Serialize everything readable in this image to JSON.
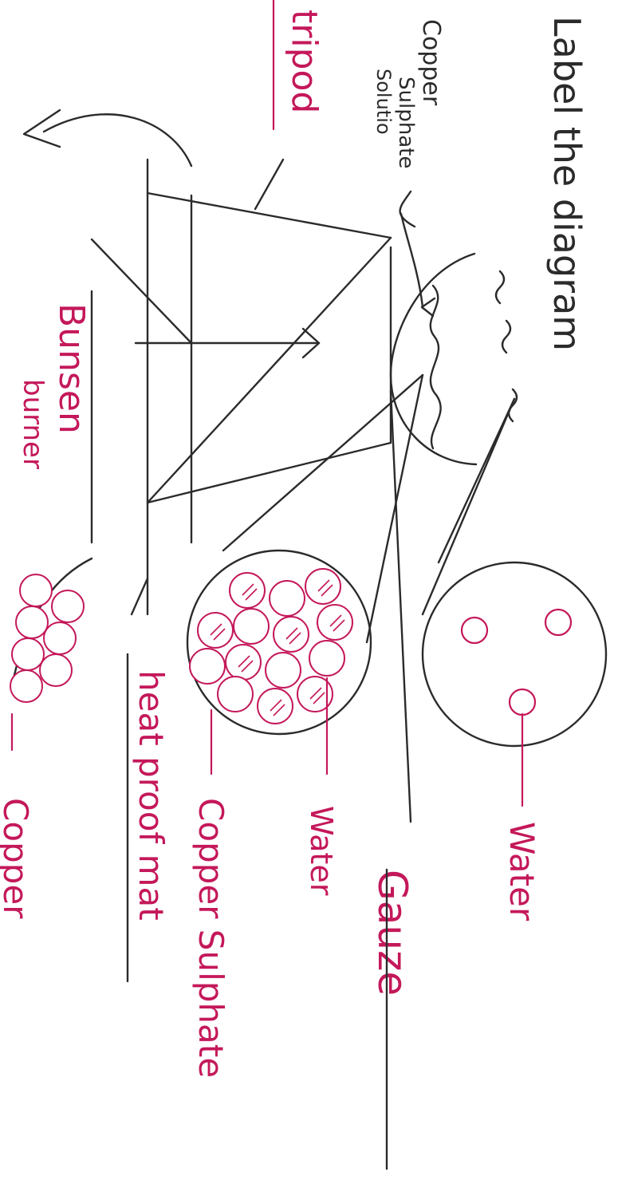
{
  "title": "Label the diagram",
  "colors": {
    "pencil": "#2b2b2b",
    "pink_pen": "#c4185a",
    "paper": "#ffffff"
  },
  "labels": {
    "tripod": "tripod",
    "copper_sulphate_solution": [
      "Copper",
      "Sulphate",
      "Solutio"
    ],
    "bunsen_burner": [
      "Bunsen",
      "burner"
    ],
    "heat_proof_mat": "heat proof mat",
    "gauze": "Gauze",
    "water_vapour_circle": "Water",
    "water_particles": "Water",
    "copper_sulphate_particles": "Copper Sulphate",
    "copper_partial": "Copper"
  }
}
